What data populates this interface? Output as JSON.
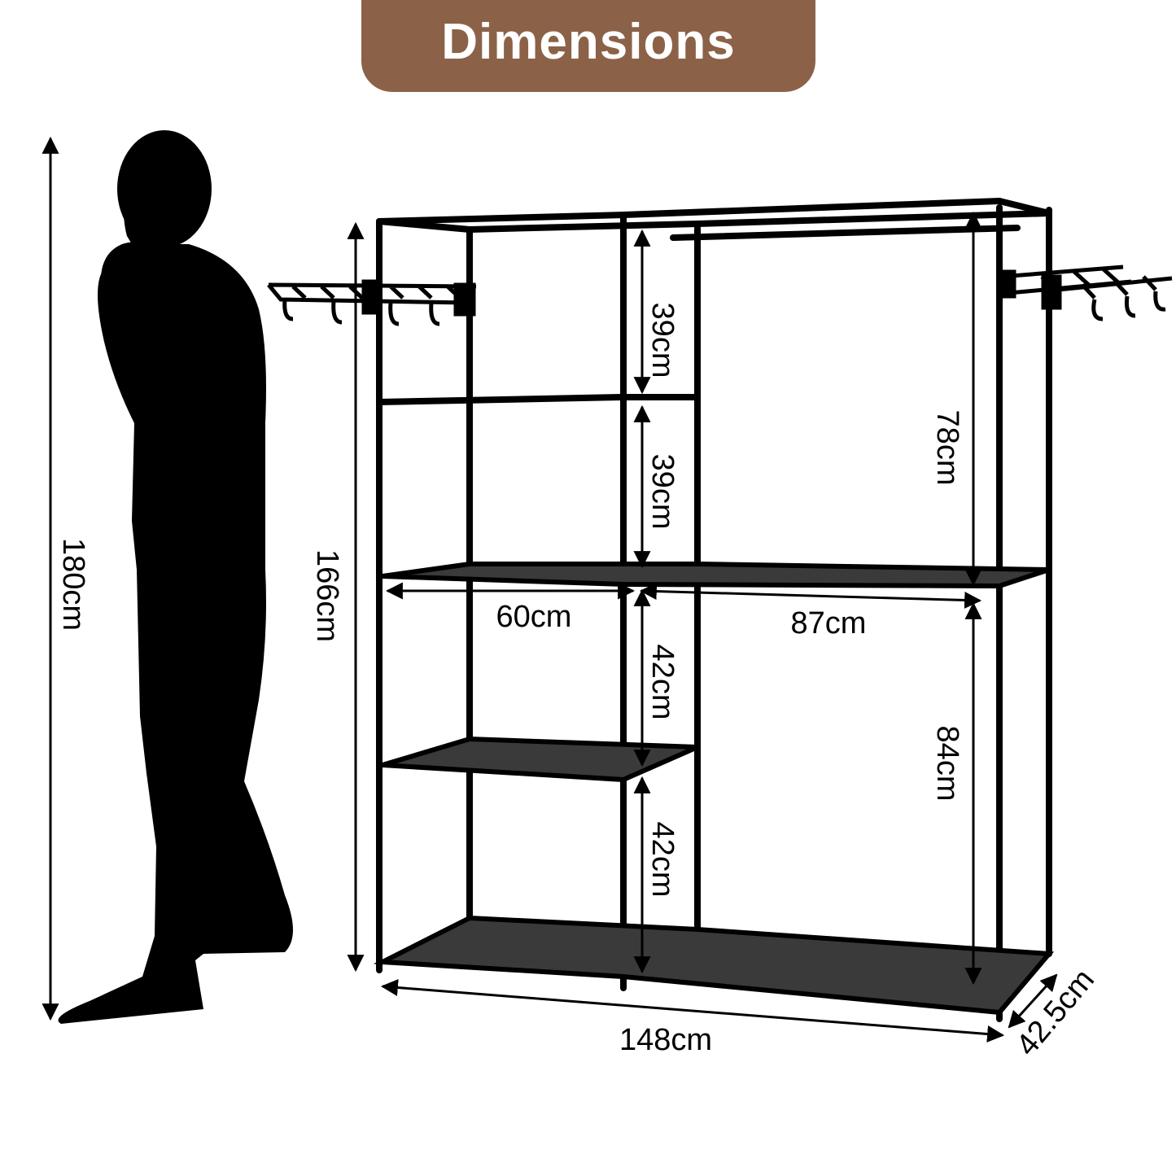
{
  "banner": {
    "title": "Dimensions"
  },
  "colors": {
    "banner_bg": "#8b6248",
    "banner_text": "#ffffff",
    "ink": "#000000",
    "shelf": "#3a3a3a"
  },
  "labels": {
    "person_height": "180cm",
    "overall_height": "166cm",
    "top_cube_upper": "39cm",
    "top_cube_lower": "39cm",
    "hanging_upper": "78cm",
    "left_width": "60cm",
    "right_width": "87cm",
    "lower_cube_upper": "42cm",
    "lower_cube_lower": "42cm",
    "hanging_lower": "84cm",
    "total_width": "148cm",
    "depth": "42.5cm"
  }
}
